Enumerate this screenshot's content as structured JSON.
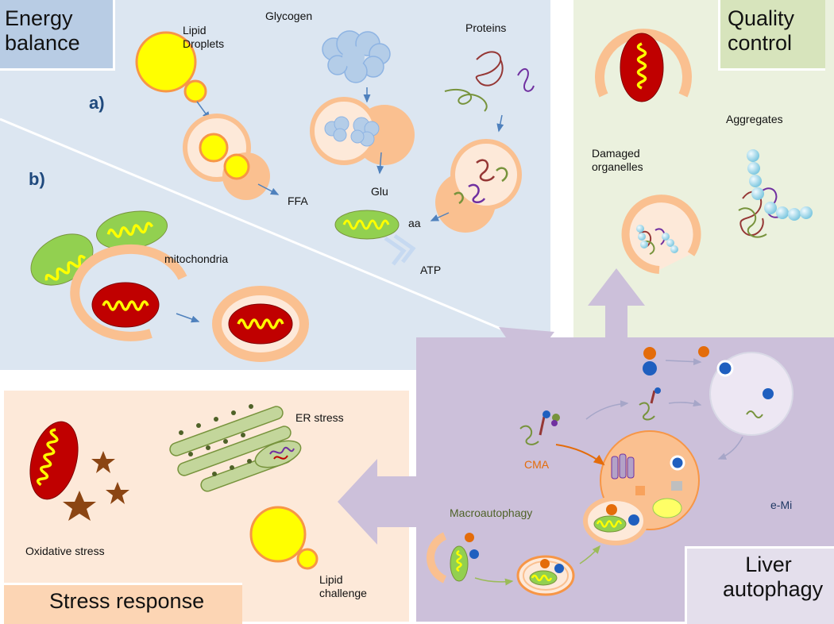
{
  "panels": {
    "energy_balance": {
      "title": "Energy balance",
      "label_a": "a)",
      "label_b": "b)",
      "lipid_droplets": "Lipid Droplets",
      "glycogen": "Glycogen",
      "proteins": "Proteins",
      "ffa": "FFA",
      "glu": "Glu",
      "aa": "aa",
      "atp": "ATP",
      "mitochondria": "mitochondria"
    },
    "quality_control": {
      "title": "Quality control",
      "damaged_organelles": "Damaged organelles",
      "aggregates": "Aggregates"
    },
    "stress_response": {
      "title": "Stress response",
      "er_stress": "ER stress",
      "oxidative_stress": "Oxidative stress",
      "lipid_challenge": "Lipid challenge"
    },
    "liver_autophagy": {
      "title": "Liver autophagy",
      "cma": "CMA",
      "e_mi": "e-Mi",
      "macroautophagy": "Macroautophagy"
    }
  },
  "colors": {
    "energy_bg": "#dce6f1",
    "quality_bg": "#ebf1de",
    "stress_bg": "#fde9d9",
    "autophagy_bg": "#ccc0da",
    "title_energy": "#b8cce4",
    "title_quality": "#d7e4bc",
    "title_stress": "#fcd5b4",
    "title_autophagy": "#e4dfec",
    "mito_red": "#c00000",
    "mito_green": "#92d050",
    "lipid_yellow": "#ffff00",
    "membrane_peach": "#fac090",
    "arrow_blue": "#4f81bd",
    "arrow_purple": "#b3a2c7",
    "cma_orange": "#e46c0a",
    "emi_navy": "#1f3864"
  }
}
